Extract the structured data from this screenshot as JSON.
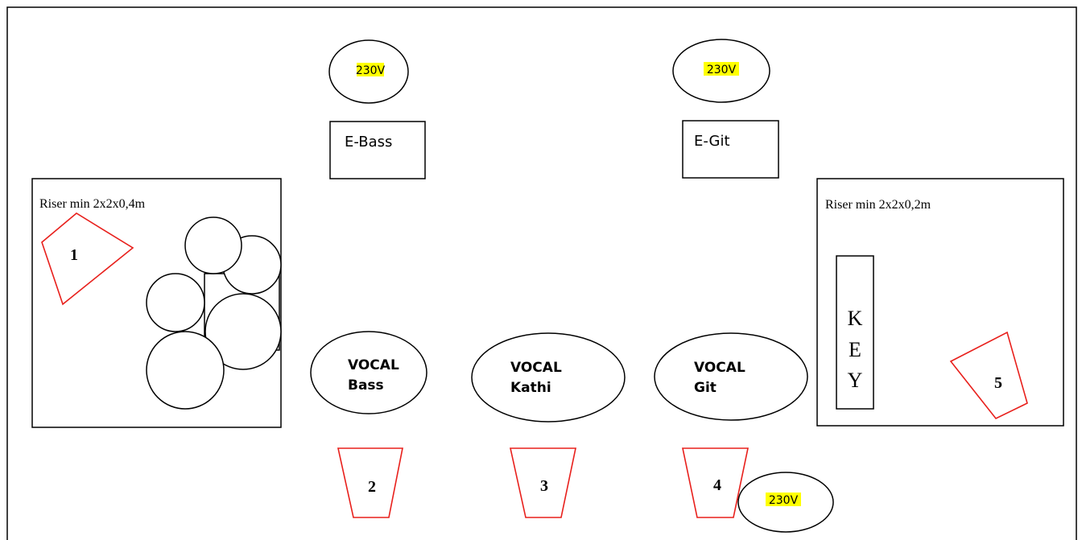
{
  "power_label": "230V",
  "amps": {
    "bass": "E-Bass",
    "guitar": "E-Git"
  },
  "risers": {
    "drums": "Riser min 2x2x0,4m",
    "keys": "Riser min 2x2x0,2m"
  },
  "keyboard": {
    "letters": [
      "K",
      "E",
      "Y"
    ]
  },
  "vocals": {
    "bass": [
      "VOCAL",
      "Bass"
    ],
    "kathi": [
      "VOCAL",
      "Kathi"
    ],
    "git": [
      "VOCAL",
      "Git"
    ]
  },
  "monitors": [
    "1",
    "2",
    "3",
    "4",
    "5"
  ],
  "colors": {
    "monitor_stroke": "#e8201c",
    "power_highlight": "#ffff00",
    "line": "#000000"
  }
}
